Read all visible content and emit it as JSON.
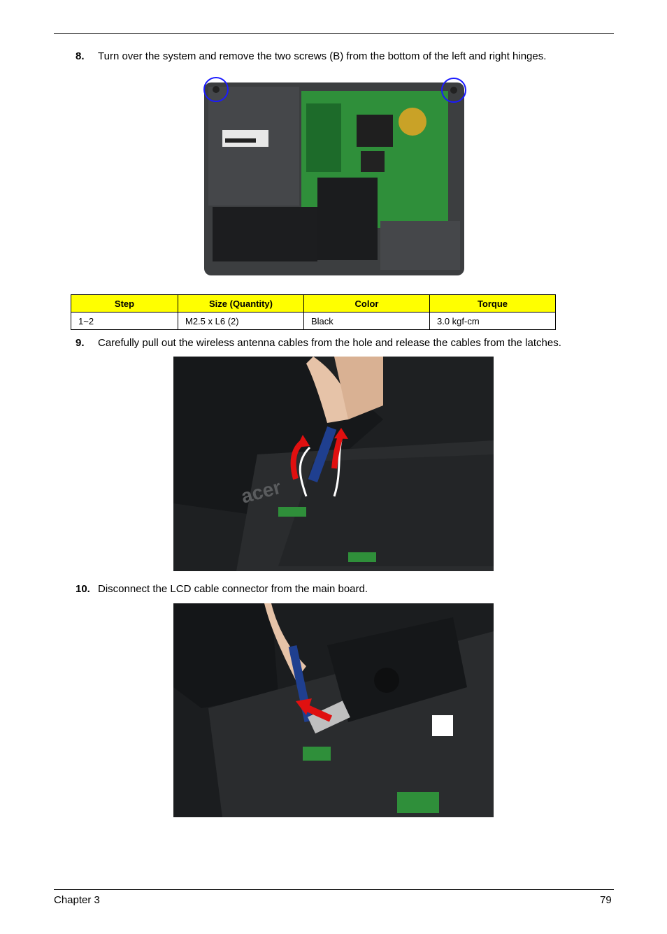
{
  "steps": [
    {
      "number": "8.",
      "text": "Turn over the system and remove the two screws (B) from the bottom of the left and right hinges."
    },
    {
      "number": "9.",
      "text": "Carefully pull out the wireless antenna cables from the hole and release the cables from the latches."
    },
    {
      "number": "10.",
      "text": "Disconnect the LCD cable connector from the main board."
    }
  ],
  "screw_table": {
    "headers": [
      "Step",
      "Size (Quantity)",
      "Color",
      "Torque"
    ],
    "rows": [
      [
        "1~2",
        "M2.5 x L6 (2)",
        "Black",
        "3.0 kgf-cm"
      ]
    ],
    "header_color": "#ffff00"
  },
  "images": {
    "photo1_logo_text": "acer"
  },
  "colors": {
    "screw_circle": "#1a1aff",
    "arrow": "#e01010",
    "pcb_green": "#2f8f3a"
  },
  "footer": {
    "chapter": "Chapter 3",
    "page": "79"
  }
}
